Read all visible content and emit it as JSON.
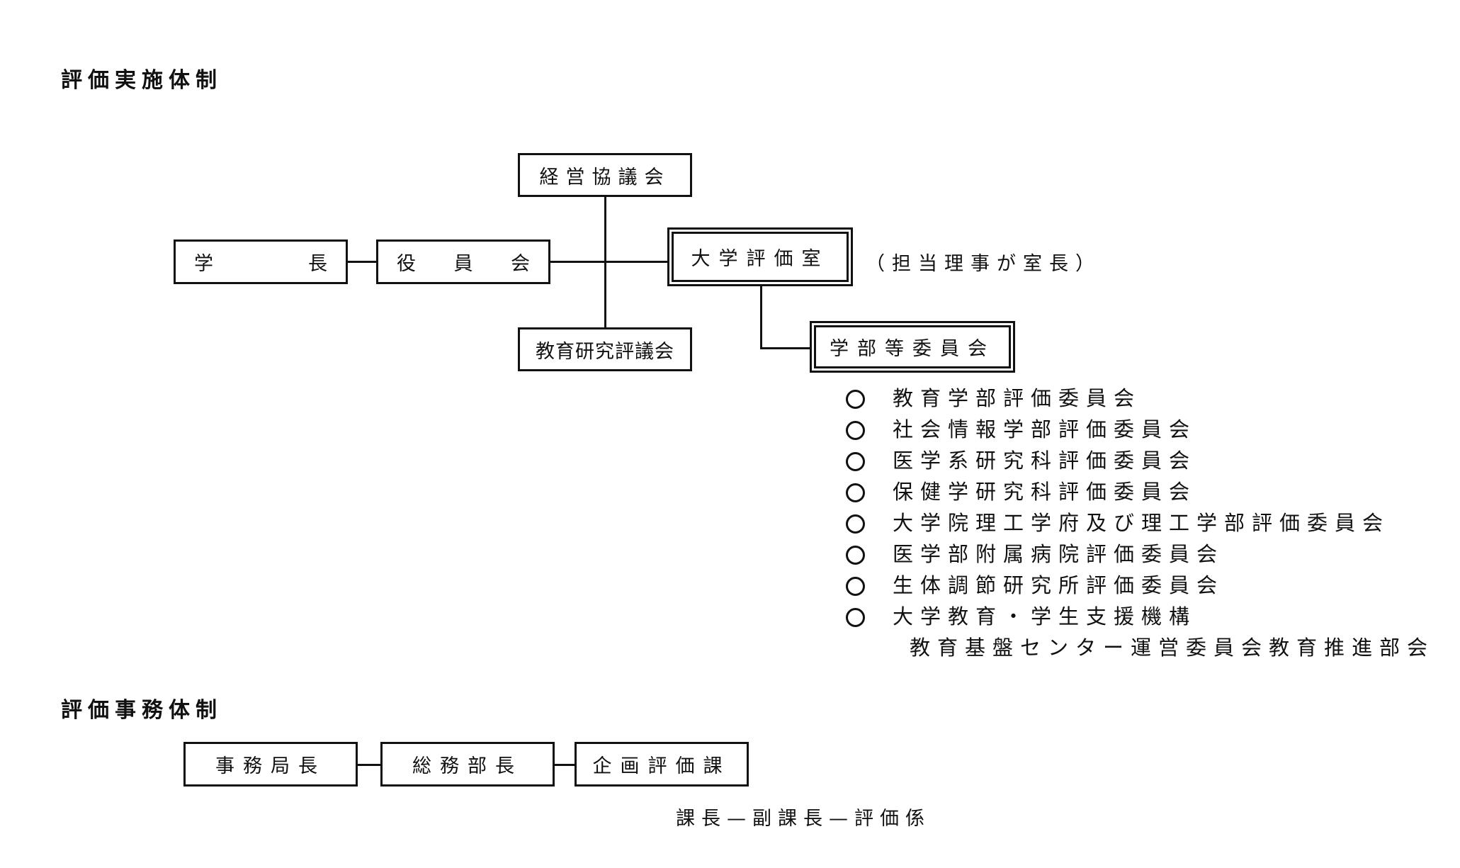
{
  "headings": {
    "evaluation_system": "評価実施体制",
    "office_system": "評価事務体制"
  },
  "org": {
    "president": [
      "学",
      "長"
    ],
    "board": [
      "役",
      "員",
      "会"
    ],
    "management_council": "経営協議会",
    "education_research_council": "教育研究評議会",
    "evaluation_office": "大学評価室",
    "evaluation_office_note": "（担当理事が室長）",
    "faculty_committee": "学部等委員会"
  },
  "committees": [
    "教育学部評価委員会",
    "社会情報学部評価委員会",
    "医学系研究科評価委員会",
    "保健学研究科評価委員会",
    "大学院理工学府及び理工学部評価委員会",
    "医学部附属病院評価委員会",
    "生体調節研究所評価委員会",
    "大学教育・学生支援機構"
  ],
  "committee_continuation": "教育基盤センター運営委員会教育推進部会",
  "office": {
    "secretary_general": "事務局長",
    "general_affairs_director": "総務部長",
    "planning_evaluation_division": "企画評価課",
    "staff_chain": "課長—副課長—評価係"
  }
}
